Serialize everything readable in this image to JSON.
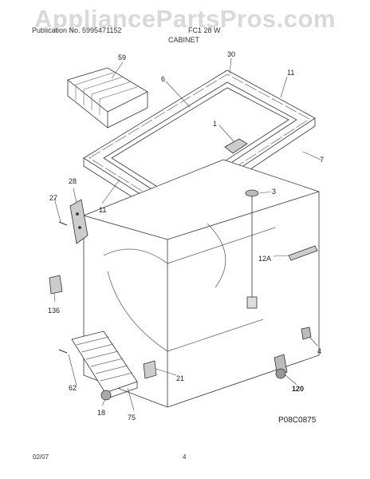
{
  "watermark": "AppliancePartsPros.com",
  "header": {
    "left": "Publication No. 5995471152",
    "right": "FC1 28 W",
    "section_title": "CABINET"
  },
  "footer": {
    "date": "02/07",
    "page": "4"
  },
  "figure_code": "P08C0875",
  "callouts": {
    "c59": "59",
    "c30": "30",
    "c6": "6",
    "c11a": "11",
    "c1": "1",
    "c7": "7",
    "c28": "28",
    "c27": "27",
    "c11b": "11",
    "c3": "3",
    "c12a": "12A",
    "c136": "136",
    "c4": "4",
    "c21": "21",
    "c62": "62",
    "c120": "120",
    "c18": "18",
    "c75": "75"
  }
}
